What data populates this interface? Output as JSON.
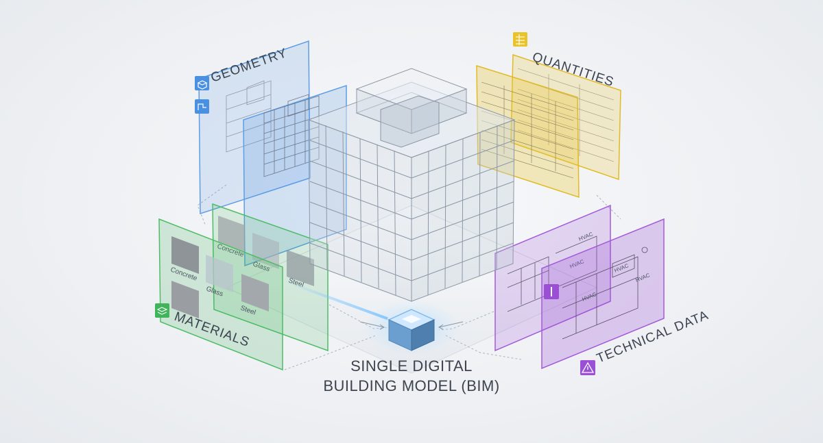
{
  "panels": {
    "geometry": {
      "title": "GEOMETRY",
      "color": "#4a90e2",
      "icon": "cube-icon"
    },
    "quantities": {
      "title": "QUANTITIES",
      "color": "#e8c42a",
      "icon": "table-icon"
    },
    "materials": {
      "title": "MATERIALS",
      "color": "#3fb45a",
      "icon": "layers-icon",
      "front_swatches": [
        "Concrete",
        "Glass",
        "Steel"
      ],
      "back_swatches": [
        "Concrete",
        "Glass",
        "Steel"
      ]
    },
    "technical": {
      "title": "TECHNICAL DATA",
      "color": "#9b4fd6",
      "icon": "warning-icon",
      "labels": [
        "HVAC",
        "HVAC",
        "HVAC",
        "HVAC",
        "HVAC"
      ]
    }
  },
  "center": {
    "line1": "SINGLE DIGITAL",
    "line2": "BUILDING MODEL (BIM)"
  },
  "colors": {
    "core": "#6fb7ff",
    "building": "#8b97a6"
  }
}
